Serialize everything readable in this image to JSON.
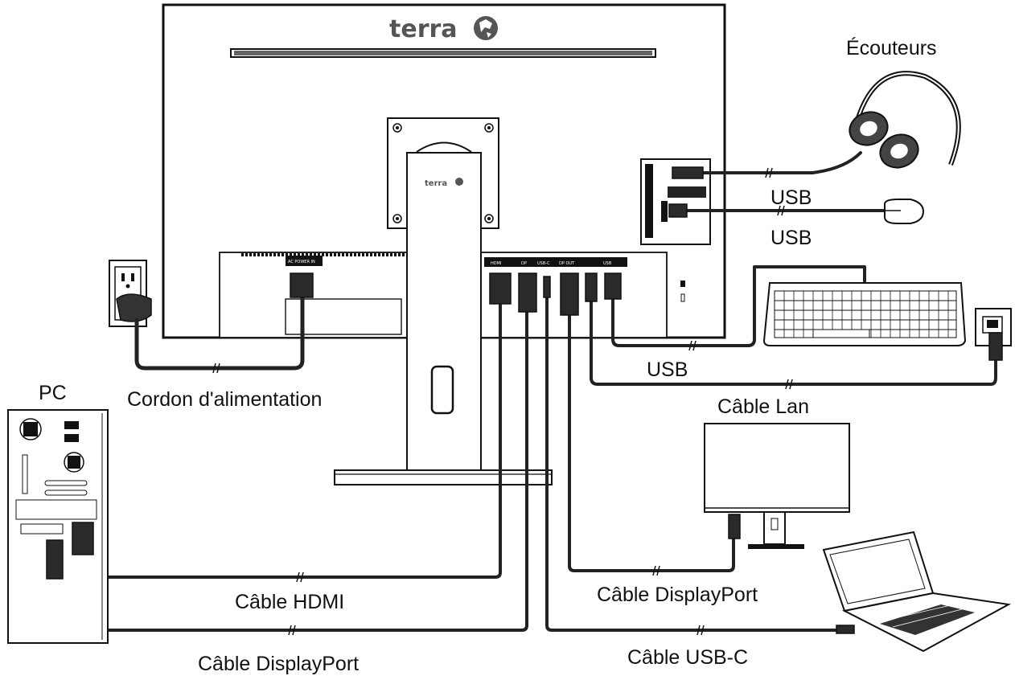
{
  "diagram": {
    "brand_main": "terra",
    "brand_stand": "terra",
    "ports": {
      "ac": "AC POWER IN",
      "hdmi": "HDMI",
      "dp": "DP",
      "usbc": "USB-C",
      "dpout": "DP OUT",
      "usb": "USB"
    },
    "labels": {
      "headphones": "Écouteurs",
      "usb_mouse": "USB",
      "usb_keyboard": "USB",
      "usb_upstream": "USB",
      "lan_cable": "Câble Lan",
      "pc": "PC",
      "power_cord": "Cordon d'alimentation",
      "hdmi_cable": "Câble HDMI",
      "dp_cable_pc": "Câble DisplayPort",
      "dp_cable_monitor": "Câble DisplayPort",
      "usbc_cable": "Câble USB-C"
    }
  }
}
